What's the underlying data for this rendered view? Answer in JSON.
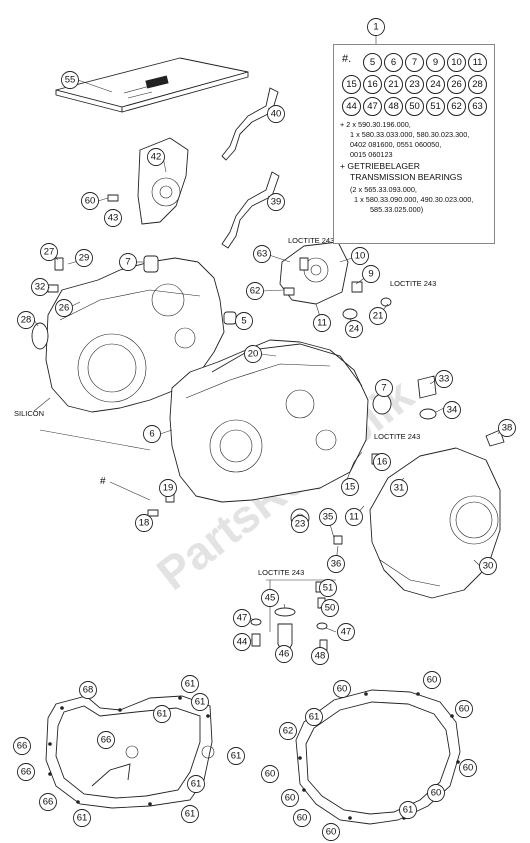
{
  "watermark": "PartsRepublik",
  "assembly_number": "1",
  "note_box": {
    "hash_symbol": "#.",
    "row1": [
      "5",
      "6",
      "7",
      "9",
      "10",
      "11"
    ],
    "row2": [
      "15",
      "16",
      "21",
      "23",
      "24",
      "26",
      "28"
    ],
    "row3": [
      "44",
      "47",
      "48",
      "50",
      "51",
      "62",
      "63"
    ],
    "lines": [
      "+ 2 x 590.30.196.000,",
      "1 x 580.33.033.000, 580.30.023.300,",
      "0402 081600, 0551 060050,",
      "0015 060123",
      "+ GETRIEBELAGER",
      "TRANSMISSION BEARINGS",
      "(2 x 565.33.093.000,",
      "1 x 580.33.090.000, 490.30.023.000,",
      "585.33.025.000)"
    ]
  },
  "labels": {
    "loctite_1": "LOCTITE 243",
    "loctite_2": "LOCTITE 243",
    "loctite_3": "LOCTITE 243",
    "loctite_4": "LOCTITE 243",
    "silicon": "SILICON",
    "hash_left": "#"
  },
  "callouts": [
    "55",
    "40",
    "42",
    "60",
    "43",
    "39",
    "27",
    "29",
    "7",
    "63",
    "10",
    "32",
    "9",
    "62",
    "26",
    "5",
    "11",
    "21",
    "24",
    "28",
    "20",
    "33",
    "6",
    "7",
    "34",
    "38",
    "16",
    "19",
    "15",
    "31",
    "18",
    "23",
    "35",
    "11",
    "36",
    "30",
    "51",
    "47",
    "45",
    "50",
    "44",
    "46",
    "47",
    "48",
    "68",
    "61",
    "61",
    "61",
    "66",
    "61",
    "66",
    "66",
    "61",
    "66",
    "61",
    "61",
    "60",
    "60",
    "61",
    "60",
    "62",
    "60",
    "60",
    "60",
    "60",
    "61",
    "60",
    "60"
  ]
}
